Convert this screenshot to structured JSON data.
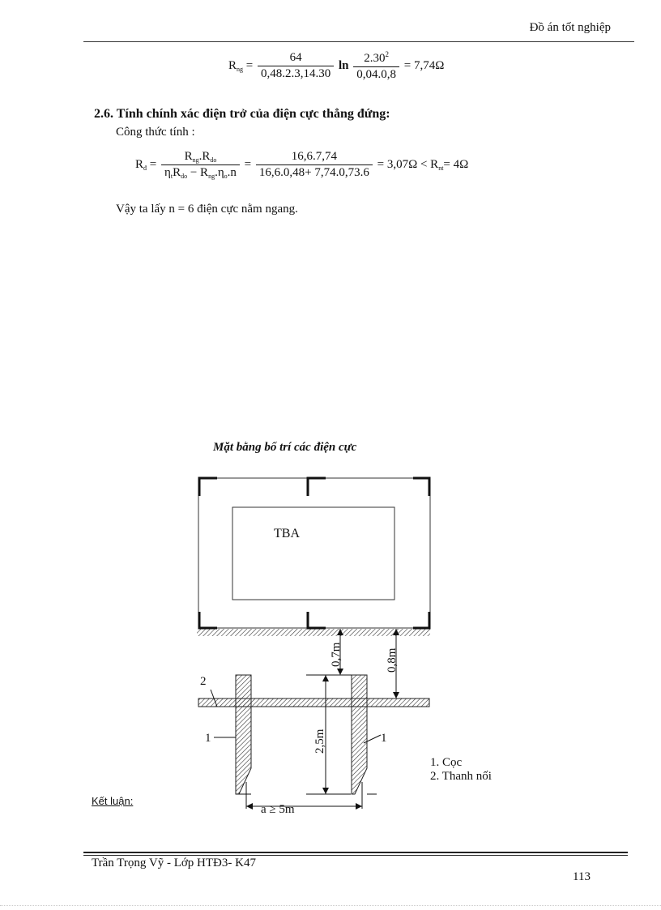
{
  "header": {
    "title": "Đồ án tốt nghiệp"
  },
  "formula_rng": {
    "lhs": "R",
    "lhs_sub": "ng",
    "eq": "=",
    "frac1_num": "64",
    "frac1_den": "0,48.2.3,14.30",
    "ln": "ln",
    "frac2_num": "2.30",
    "frac2_num_sup": "2",
    "frac2_den": "0,04.0,8",
    "result": "= 7,74Ω"
  },
  "section": {
    "heading": "2.6. Tính chính xác điện trở của điện cực thẳng đứng:",
    "formula_label": "Công thức tính :",
    "formula_rd": {
      "lhs": "R",
      "lhs_sub": "đ",
      "eq": "=",
      "f1_num_a": "R",
      "f1_num_a_sub": "ng",
      "f1_num_b": ".R",
      "f1_num_b_sub": "do",
      "f1_den_a": "η",
      "f1_den_a_sub": "t",
      "f1_den_b": "R",
      "f1_den_b_sub": "do",
      "f1_den_c": " − R",
      "f1_den_c_sub": "ng",
      "f1_den_d": ".η",
      "f1_den_d_sub": "o",
      "f1_den_e": ".n",
      "eq2": "=",
      "f2_num": "16,6.7,74",
      "f2_den": "16,6.0,48+ 7,74.0,73.6",
      "result": "= 3,07Ω",
      "compare": "< R",
      "compare_sub": "nt",
      "compare_val": "= 4Ω"
    },
    "conclusion": "Vậy ta lấy n = 6 điện cực nằm ngang."
  },
  "diagram": {
    "caption": "Mặt bằng bố trí các điện cực",
    "building_label": "TBA",
    "dim_07": "0,7m",
    "dim_08": "0,8m",
    "dim_25": "2,5m",
    "dim_a": "a ≥ 5m",
    "label_1_left": "1",
    "label_1_right": "1",
    "label_2": "2",
    "legend": [
      "1. Cọc",
      "2. Thanh nối"
    ]
  },
  "ket_luan": "Kết luận:",
  "footer": {
    "author": "Trần Trọng Vỹ - Lớp HTĐ3- K47",
    "page_number": "113"
  }
}
